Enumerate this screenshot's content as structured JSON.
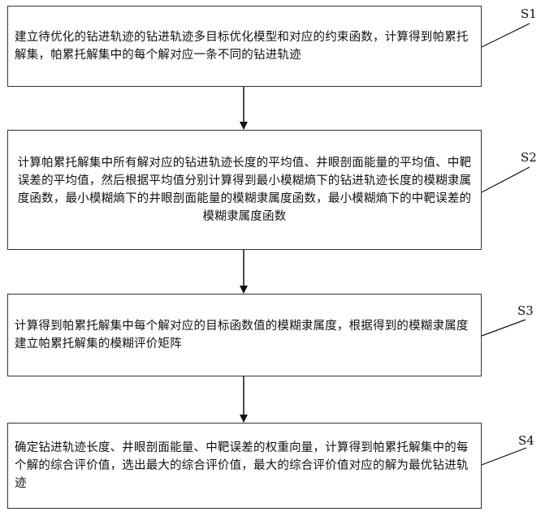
{
  "steps": [
    {
      "id": "S1",
      "text": "建立待优化的钻进轨迹的钻进轨迹多目标优化模型和对应的约束函数，计算得到帕累托解集，帕累托解集中的每个解对应一条不同的钻进轨迹"
    },
    {
      "id": "S2",
      "text": "计算帕累托解集中所有解对应的钻进轨迹长度的平均值、井眼剖面能量的平均值、中靶误差的平均值，然后根据平均值分别计算得到最小模糊熵下的钻进轨迹长度的模糊隶属度函数，最小模糊熵下的井眼剖面能量的模糊隶属度函数，最小模糊熵下的中靶误差的模糊隶属度函数"
    },
    {
      "id": "S3",
      "text": "计算得到帕累托解集中每个解对应的目标函数值的模糊隶属度，根据得到的模糊隶属度建立帕累托解集的模糊评价矩阵"
    },
    {
      "id": "S4",
      "text": "确定钻进轨迹长度、井眼剖面能量、中靶误差的权重向量，计算得到帕累托解集中的每个解的综合评价值，选出最大的综合评价值，最大的综合评价值对应的解为最优钻进轨迹"
    }
  ]
}
